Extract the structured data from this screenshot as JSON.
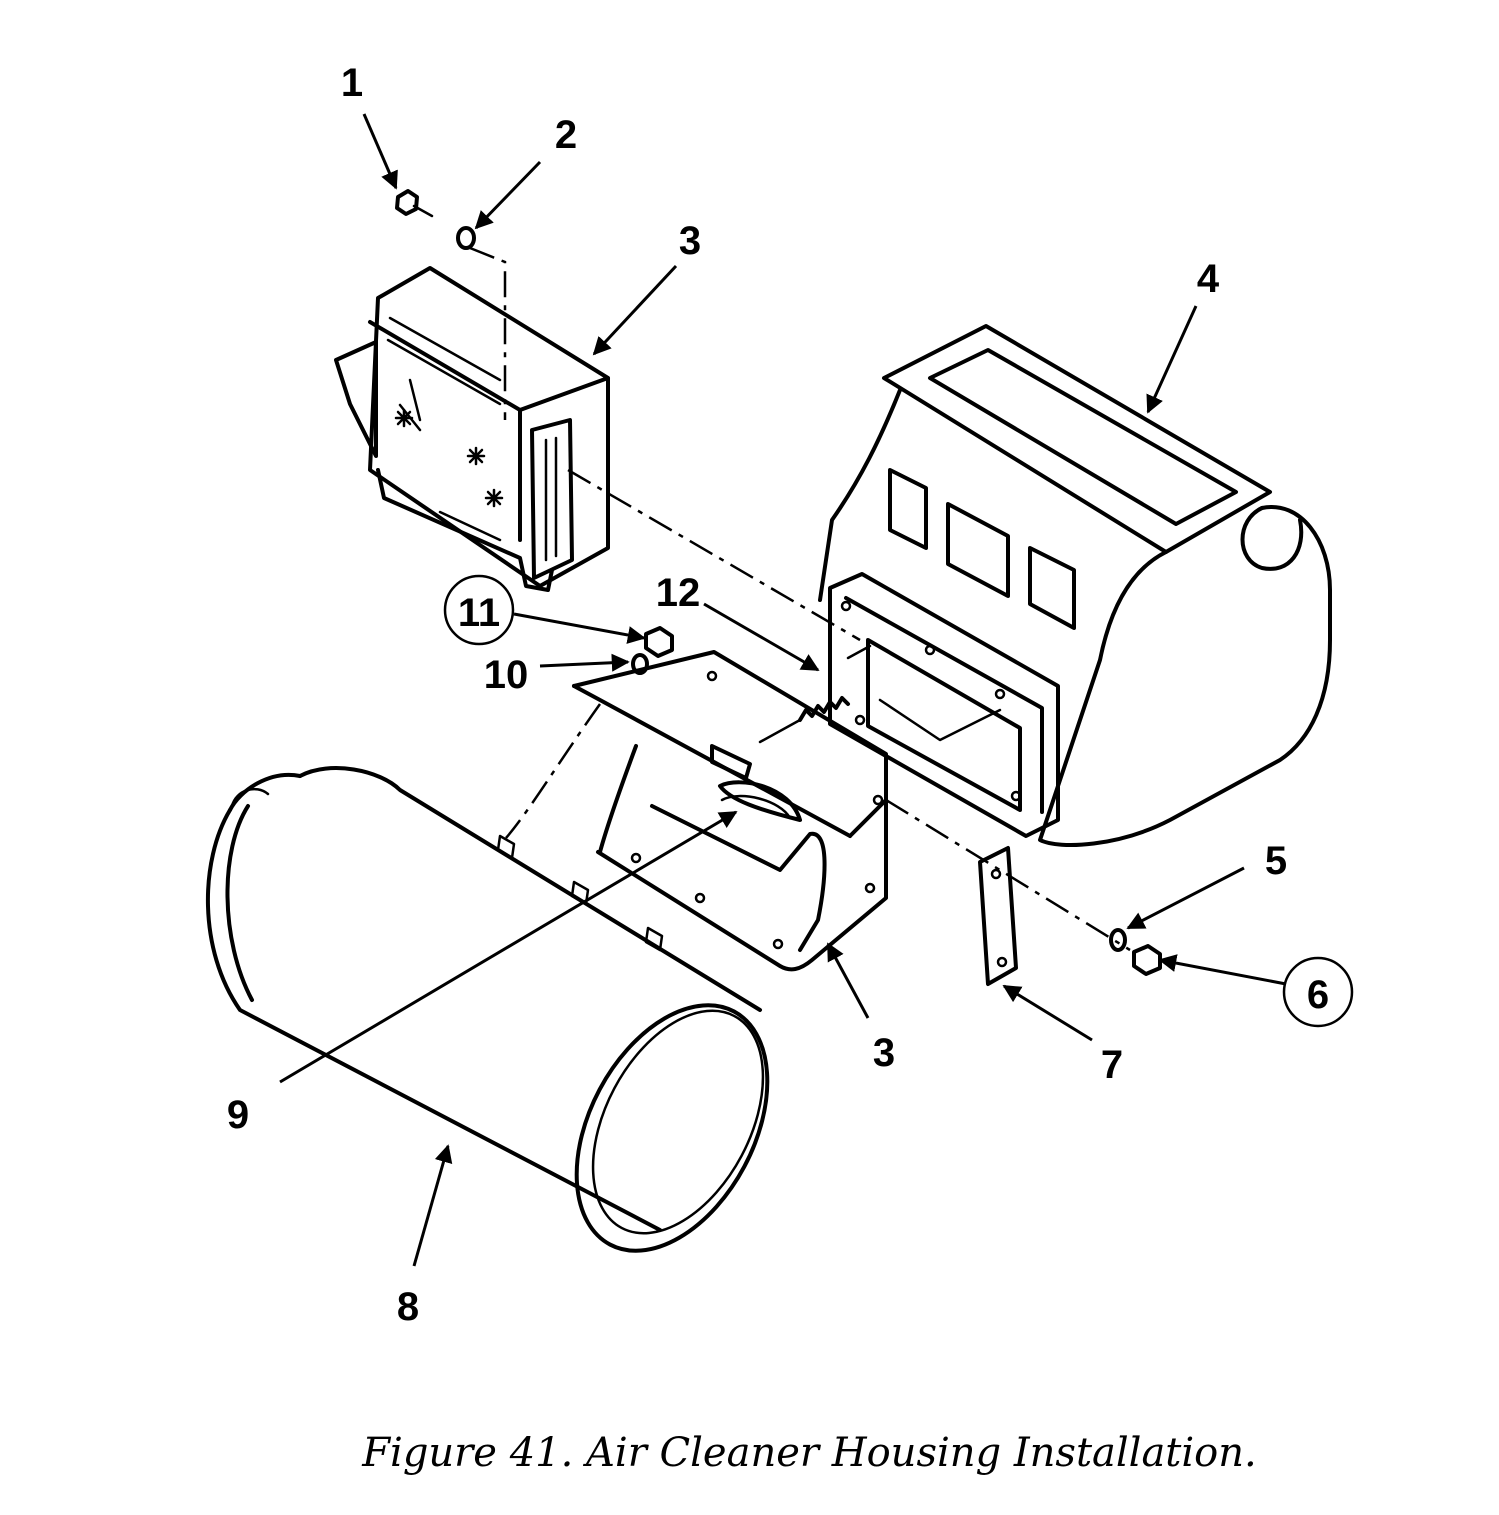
{
  "figure": {
    "caption": "Figure 41.  Air Cleaner Housing Installation."
  },
  "callouts": {
    "c1": "1",
    "c2": "2",
    "c3_upper": "3",
    "c3_lower": "3",
    "c4": "4",
    "c5": "5",
    "c6": "6",
    "c7": "7",
    "c8": "8",
    "c9": "9",
    "c10": "10",
    "c11": "11",
    "c12": "12"
  }
}
